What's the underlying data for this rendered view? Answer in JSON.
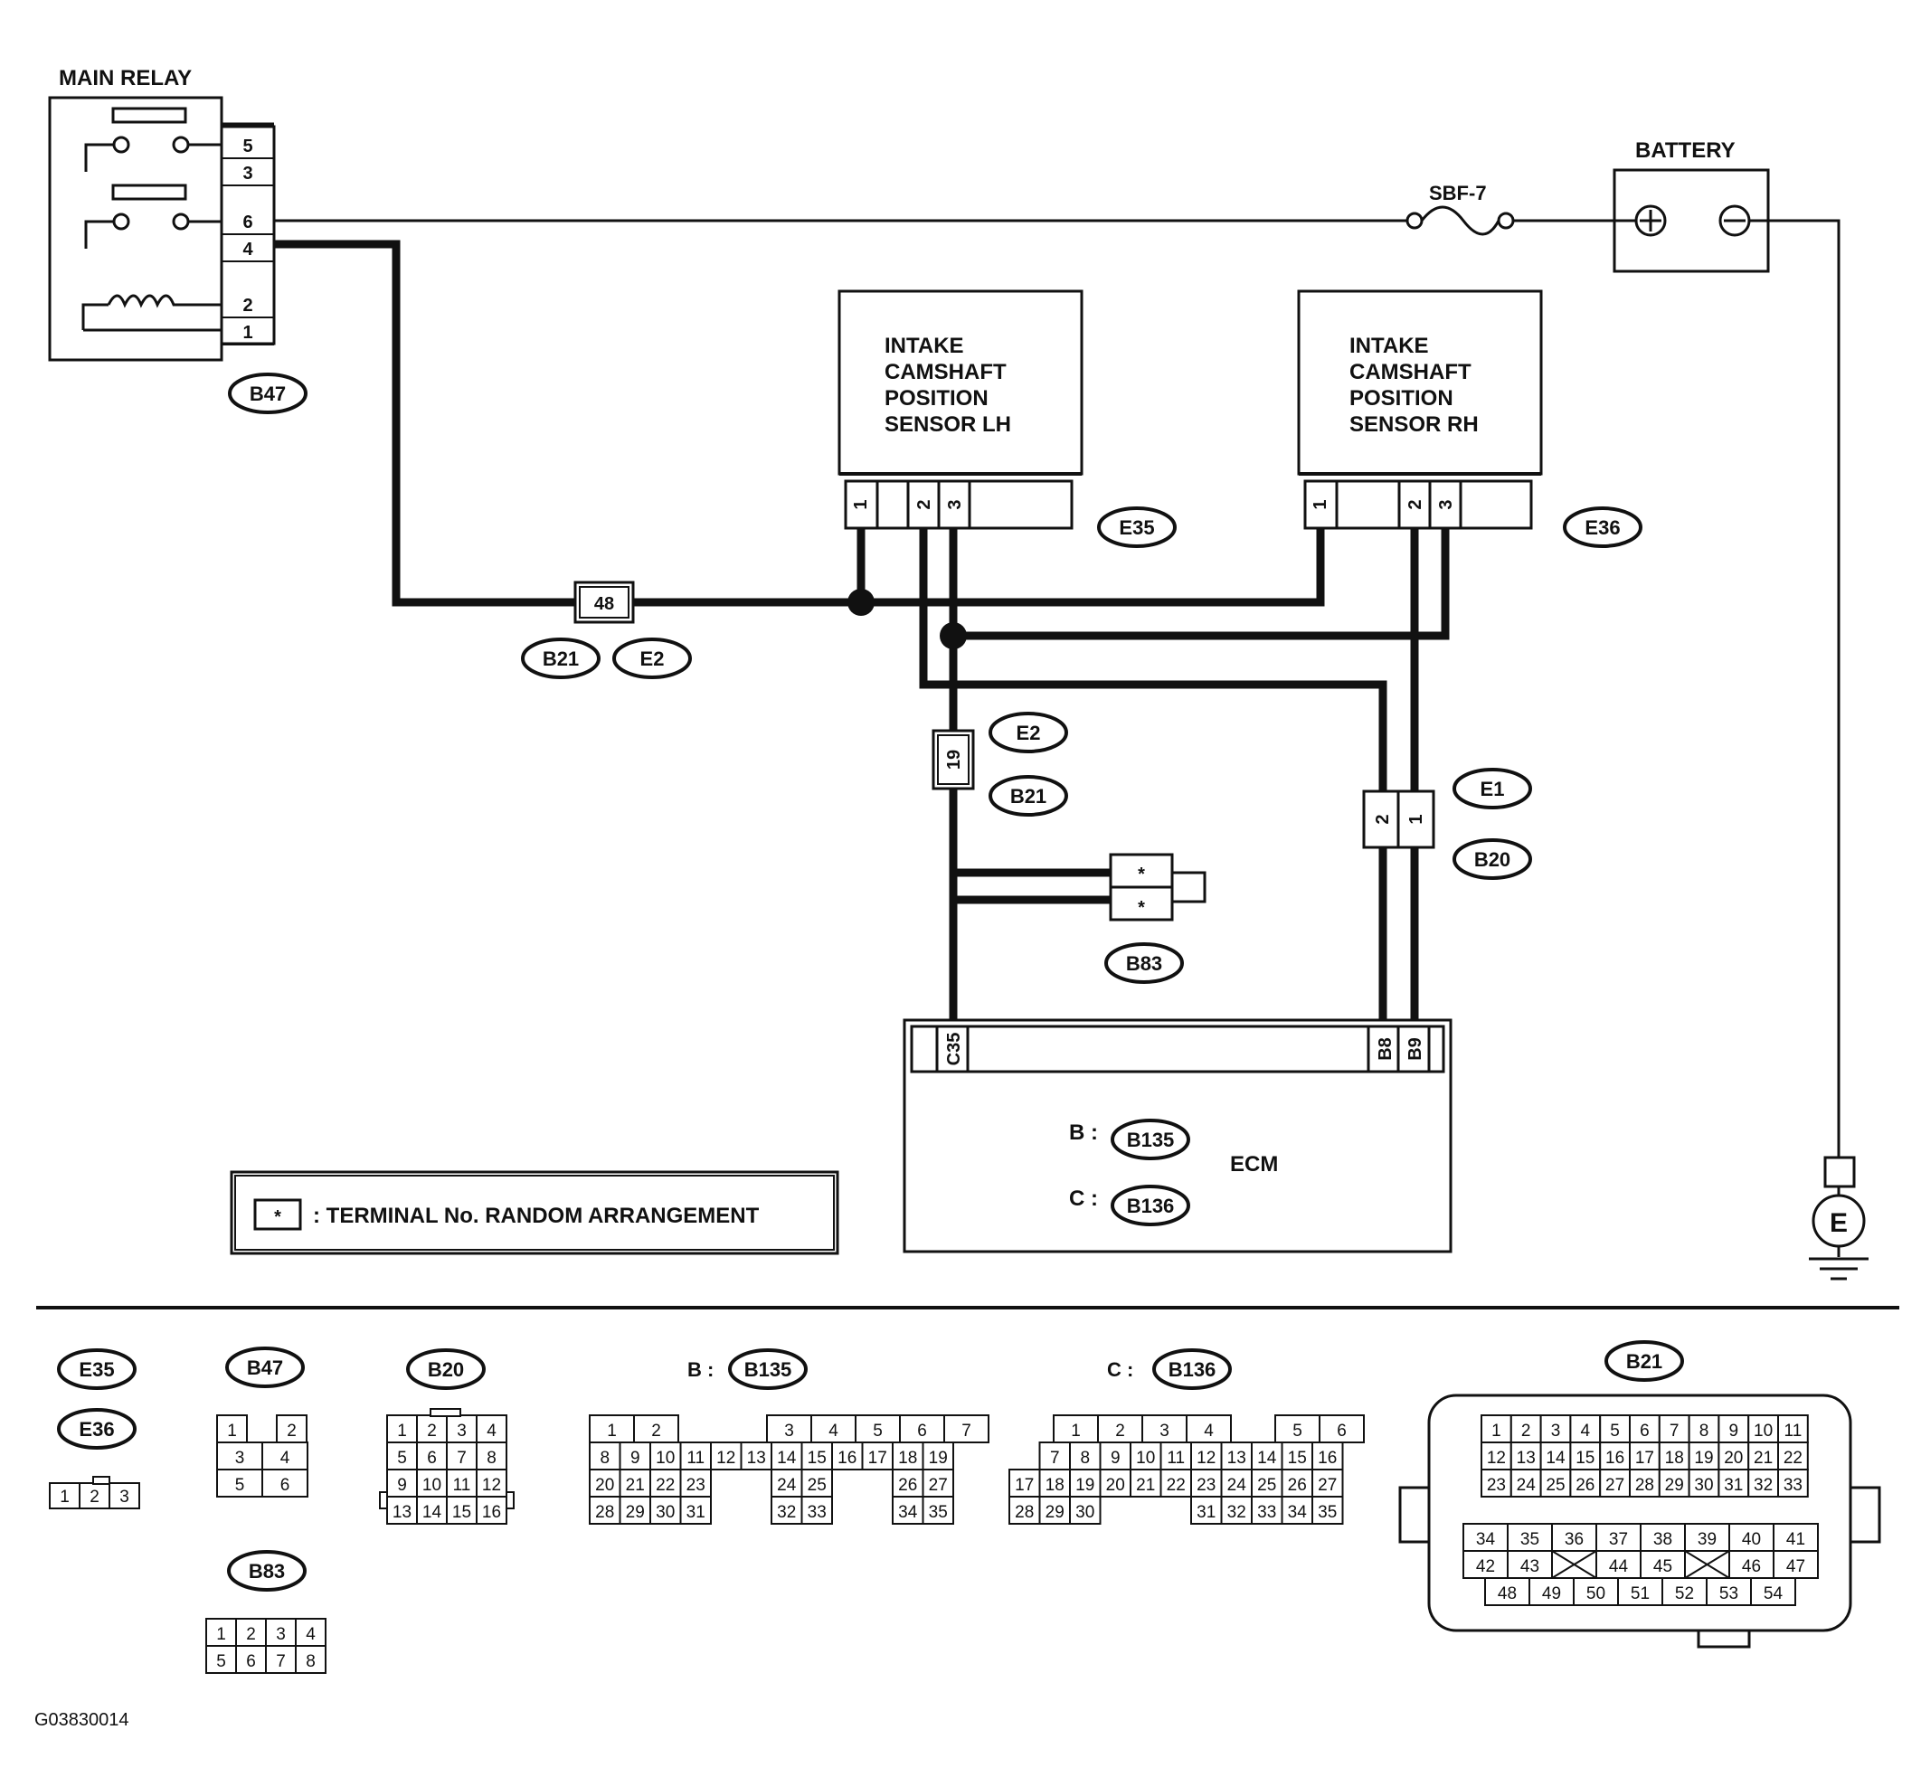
{
  "diagram": {
    "components": {
      "main_relay": "MAIN RELAY",
      "battery": "BATTERY",
      "fuse": "SBF-7",
      "sensor_lh": [
        "INTAKE",
        "CAMSHAFT",
        "POSITION",
        "SENSOR LH"
      ],
      "sensor_rh": [
        "INTAKE",
        "CAMSHAFT",
        "POSITION",
        "SENSOR RH"
      ],
      "ecm": "ECM",
      "ground": "E"
    },
    "relay_pins": [
      "5",
      "3",
      "6",
      "4",
      "2",
      "1"
    ],
    "sensor_pins": [
      "1",
      "2",
      "3"
    ],
    "connector_codes": {
      "b47": "B47",
      "e35": "E35",
      "e36": "E36",
      "b21": "B21",
      "e2": "E2",
      "e1": "E1",
      "b20": "B20",
      "b83": "B83",
      "b135": "B135",
      "b136": "B136"
    },
    "junctions": {
      "j48": "48",
      "j19": "19",
      "b20_pin2": "2",
      "b20_pin1": "1",
      "star": "*"
    },
    "ecm_pins": {
      "c35": "C35",
      "b8": "B8",
      "b9": "B9"
    },
    "ecm_prefix": {
      "b": "B :",
      "c": "C :"
    },
    "legend_text": ": TERMINAL No. RANDOM ARRANGEMENT",
    "figure_id": "G03830014"
  },
  "connectors": {
    "b_prefix": "B :",
    "c_prefix": "C :",
    "e35_e36": {
      "row": [
        "1",
        "2",
        "3"
      ]
    },
    "b47": {
      "rows": [
        [
          "1",
          "",
          "2"
        ],
        [
          "3",
          "4"
        ],
        [
          "5",
          "6"
        ]
      ]
    },
    "b20": {
      "rows": [
        [
          "1",
          "2",
          "3",
          "4"
        ],
        [
          "5",
          "6",
          "7",
          "8"
        ],
        [
          "9",
          "10",
          "11",
          "12"
        ],
        [
          "13",
          "14",
          "15",
          "16"
        ]
      ]
    },
    "b83": {
      "rows": [
        [
          "1",
          "2",
          "3",
          "4"
        ],
        [
          "5",
          "6",
          "7",
          "8"
        ]
      ]
    },
    "b135": {
      "rows": [
        [
          "1",
          "2",
          "",
          "",
          "3",
          "4",
          "5",
          "6",
          "7"
        ],
        [
          "8",
          "9",
          "10",
          "11",
          "12",
          "13",
          "14",
          "15",
          "16",
          "17",
          "18",
          "19"
        ],
        [
          "20",
          "21",
          "22",
          "23",
          "",
          "",
          "24",
          "25",
          "",
          "",
          "26",
          "27"
        ],
        [
          "28",
          "29",
          "30",
          "31",
          "",
          "",
          "32",
          "33",
          "",
          "",
          "34",
          "35"
        ]
      ]
    },
    "b136": {
      "rows": [
        [
          "",
          "1",
          "2",
          "3",
          "4",
          "",
          "5",
          "6"
        ],
        [
          "",
          "7",
          "8",
          "9",
          "10",
          "11",
          "12",
          "13",
          "14",
          "15",
          "16"
        ],
        [
          "17",
          "18",
          "19",
          "20",
          "21",
          "22",
          "23",
          "24",
          "25",
          "26",
          "27"
        ],
        [
          "28",
          "29",
          "30",
          "",
          "",
          "",
          "31",
          "32",
          "33",
          "34",
          "35"
        ]
      ]
    },
    "b21": {
      "rows": [
        [
          "1",
          "2",
          "3",
          "4",
          "5",
          "6",
          "7",
          "8",
          "9",
          "10",
          "11"
        ],
        [
          "12",
          "13",
          "14",
          "15",
          "16",
          "17",
          "18",
          "19",
          "20",
          "21",
          "22"
        ],
        [
          "23",
          "24",
          "25",
          "26",
          "27",
          "28",
          "29",
          "30",
          "31",
          "32",
          "33"
        ],
        [
          "34",
          "35",
          "36",
          "37",
          "38",
          "39",
          "40",
          "41"
        ],
        [
          "42",
          "43",
          "X",
          "44",
          "45",
          "X",
          "46",
          "47"
        ],
        [
          "48",
          "49",
          "50",
          "51",
          "52",
          "53",
          "54"
        ]
      ]
    }
  }
}
